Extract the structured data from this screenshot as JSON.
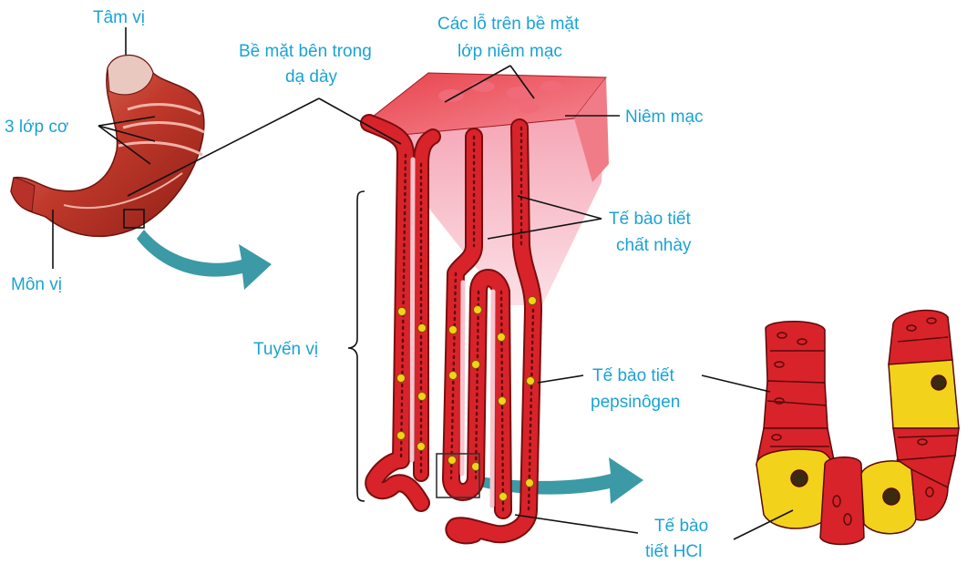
{
  "labels": {
    "tam_vi": "Tâm vị",
    "ba_lop_co": "3 lớp cơ",
    "mon_vi": "Môn vị",
    "be_mat_line1": "Bề mặt bên trong",
    "be_mat_line2": "dạ dày",
    "cac_lo_line1": "Các lỗ trên bề mặt",
    "cac_lo_line2": "lớp niêm mạc",
    "niem_mac": "Niêm mạc",
    "te_bao_nhay_line1": "Tế bào tiết",
    "te_bao_nhay_line2": "chất nhày",
    "tuyen_vi": "Tuyến vị",
    "te_bao_pep_line1": "Tế bào tiết",
    "te_bao_pep_line2": "pepsinôgen",
    "te_bao_hcl_line1": "Tế bào",
    "te_bao_hcl_line2": "tiết HCl"
  },
  "colors": {
    "label": "#1aa3d4",
    "tissue": "#d8232a",
    "tissue_dark": "#7a0d0d",
    "mucosa_pink": "#f7b6c2",
    "parietal_yellow": "#f2d21a",
    "arrow": "#3b9aa6"
  }
}
